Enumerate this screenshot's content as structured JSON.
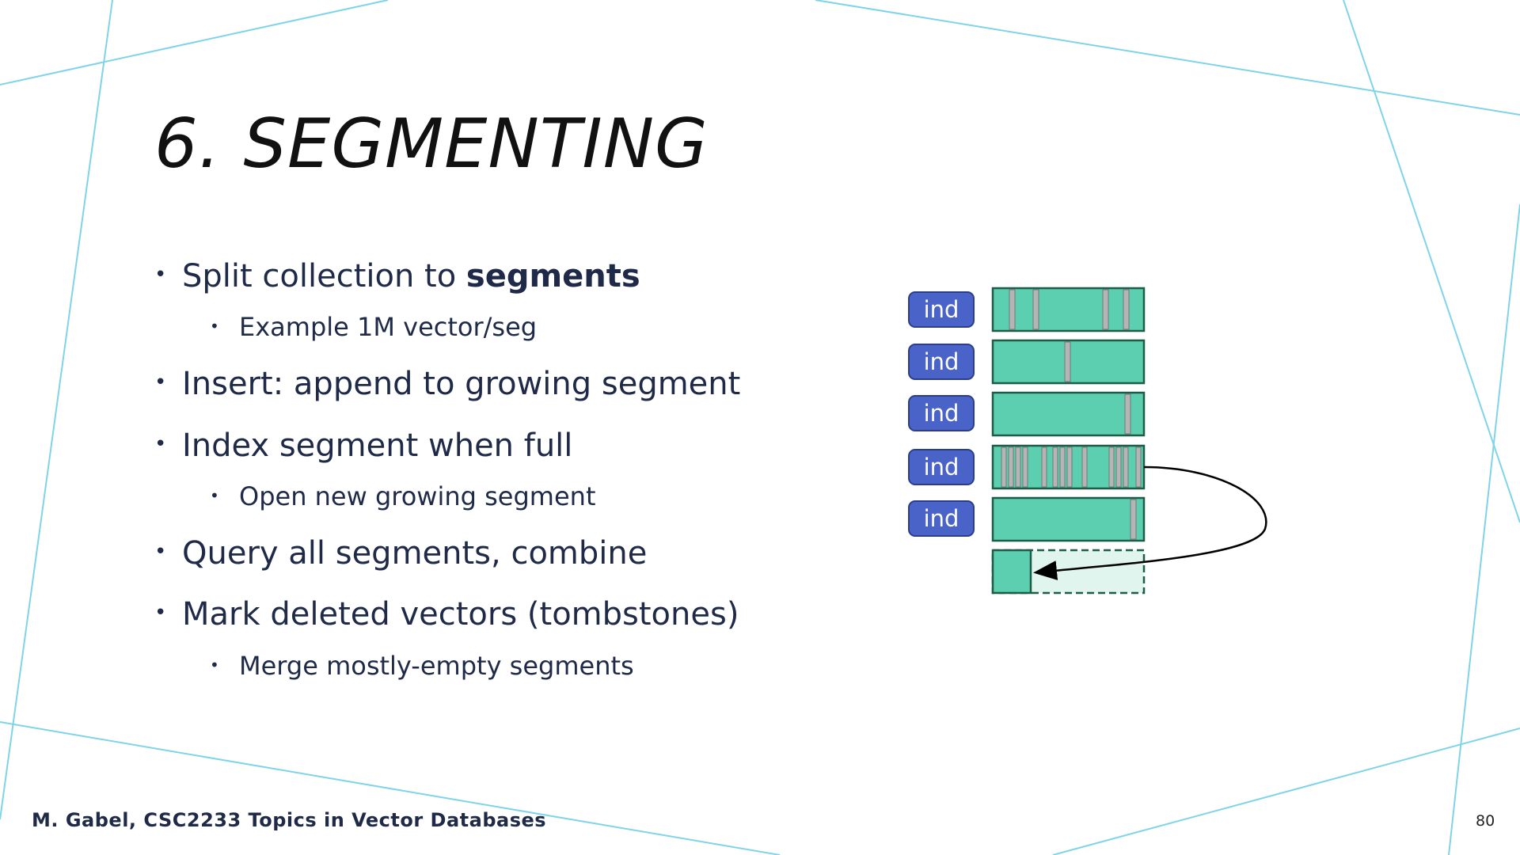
{
  "slide": {
    "title": "6. SEGMENTING",
    "bullets": {
      "b1_prefix": "Split collection to ",
      "b1_bold": "segments",
      "b1_sub": "Example 1M vector/seg",
      "b2": "Insert: append to growing segment",
      "b3": "Index segment when full",
      "b3_sub": "Open new growing segment",
      "b4": "Query all segments, combine",
      "b5": "Mark deleted vectors (tombstones)",
      "b5_sub": "Merge mostly-empty segments"
    },
    "bullet_glyph": "•",
    "footer": "M. Gabel, CSC2233 Topics in Vector Databases",
    "page_number": "80"
  },
  "diagram": {
    "index_label": "ind",
    "colors": {
      "segment_fill": "#5ccfb0",
      "segment_border": "#1d5c46",
      "tombstone": "#b5b5b5",
      "growing_fill": "#dff5ee",
      "index_fill": "#4a63c8",
      "background_lines": "#7fd3ea"
    }
  }
}
